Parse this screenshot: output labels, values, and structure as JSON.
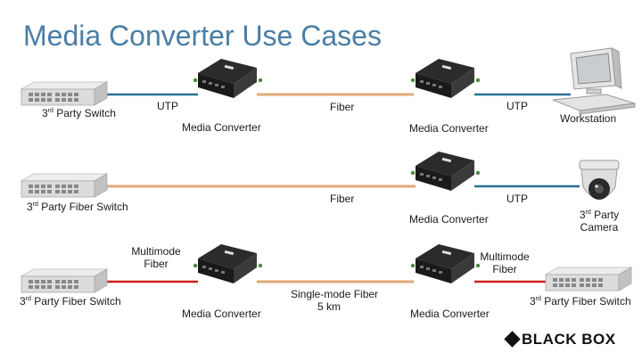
{
  "title": "Media Converter Use Cases",
  "colors": {
    "utp": "#2a6f96",
    "fiber": "#e0a878",
    "multimode": "#cc1f1f",
    "title": "#4a7ea5"
  },
  "row1": {
    "switch_prefix": "3",
    "switch_sup": "rd",
    "switch_suffix": " Party Switch",
    "utp_left": "UTP",
    "fiber": "Fiber",
    "utp_right": "UTP",
    "converter_left": "Media Converter",
    "converter_right": "Media Converter",
    "workstation": "Workstation"
  },
  "row2": {
    "switch_prefix": "3",
    "switch_sup": "rd",
    "switch_suffix": " Party Fiber Switch",
    "fiber": "Fiber",
    "utp": "UTP",
    "converter": "Media Converter",
    "camera_line1_prefix": "3",
    "camera_line1_sup": "rd",
    "camera_line1_suffix": " Party",
    "camera_line2": "Camera"
  },
  "row3": {
    "left_multimode_1": "Multimode",
    "left_multimode_2": "Fiber",
    "right_multimode_1": "Multimode",
    "right_multimode_2": "Fiber",
    "left_switch_prefix": "3",
    "left_switch_sup": "rd",
    "left_switch_suffix": " Party Fiber Switch",
    "right_switch_prefix": "3",
    "right_switch_sup": "rd",
    "right_switch_suffix": " Party Fiber Switch",
    "singlemode_1": "Single-mode Fiber",
    "singlemode_2": "5 km",
    "converter_left": "Media Converter",
    "converter_right": "Media Converter"
  },
  "logo": "BLACK BOX",
  "icons": [
    "switch-icon",
    "media-converter-icon",
    "workstation-icon",
    "camera-icon",
    "black-box-logo-icon"
  ]
}
